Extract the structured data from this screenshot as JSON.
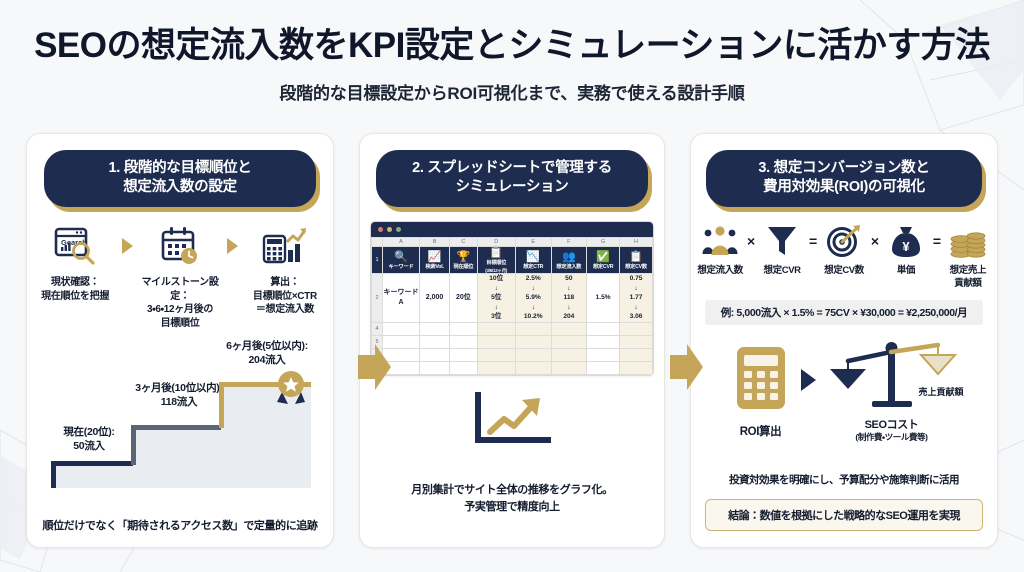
{
  "header": {
    "title": "SEOの想定流入数をKPI設定とシミュレーションに活かす方法",
    "subtitle": "段階的な目標設定からROI可視化まで、実務で使える設計手順"
  },
  "colors": {
    "navy": "#1e2d4f",
    "gold": "#c5a558",
    "background": "#f7f8fa",
    "panel": "#ffffff",
    "text": "#141c2e"
  },
  "panel1": {
    "heading_line1": "1. 段階的な目標順位と",
    "heading_line2": "想定流入数の設定",
    "steps": [
      {
        "icon": "search-console-icon",
        "caption_line1": "現状確認：",
        "caption_line2": "現在順位を把握",
        "caption_line3": ""
      },
      {
        "icon": "calendar-clock-icon",
        "caption_line1": "マイルストーン設定：",
        "caption_line2": "3・6・12ヶ月後の",
        "caption_line3": "目標順位"
      },
      {
        "icon": "calculator-chart-icon",
        "caption_line1": "算出：",
        "caption_line2": "目標順位×CTR",
        "caption_line3": "＝想定流入数"
      }
    ],
    "stairs": [
      {
        "label_line1": "現在(20位):",
        "label_line2": "50流入",
        "color": "#1e2d4f"
      },
      {
        "label_line1": "3ヶ月後(10位以内):",
        "label_line2": "118流入",
        "color": "#5a6676"
      },
      {
        "label_line1": "6ヶ月後(5位以内):",
        "label_line2": "204流入",
        "color": "#c5a558"
      }
    ],
    "footer": "順位だけでなく「期待されるアクセス数」で定量的に追跡"
  },
  "panel2": {
    "heading_line1": "2. スプレッドシートで管理する",
    "heading_line2": "シミュレーション",
    "sheet": {
      "column_letters": [
        "A",
        "B",
        "C",
        "D",
        "E",
        "F",
        "G",
        "H"
      ],
      "row_numbers": [
        "1",
        "2",
        "3",
        "4",
        "5",
        "6",
        "7"
      ],
      "headers": [
        {
          "icon": "magnifier-icon",
          "label": "キーワード"
        },
        {
          "icon": "trend-chart-icon",
          "label": "検索Vol."
        },
        {
          "icon": "trophy-icon",
          "label": "現在順位"
        },
        {
          "icon": "list-icon",
          "label": "目標順位",
          "sub": "(3/6/12ヶ月)"
        },
        {
          "icon": "line-arrow-icon",
          "label": "想定CTR"
        },
        {
          "icon": "people-icon",
          "label": "想定流入数"
        },
        {
          "icon": "check-circle-icon",
          "label": "想定CVR"
        },
        {
          "icon": "clipboard-icon",
          "label": "想定CV数"
        }
      ],
      "row": {
        "keyword": "キーワード\nA",
        "volume": "2,000",
        "current_rank": "20位",
        "target_ranks": [
          "10位",
          "5位",
          "3位"
        ],
        "ctrs": [
          "2.5%",
          "5.9%",
          "10.2%"
        ],
        "sessions": [
          "50",
          "118",
          "204"
        ],
        "cvr": "1.5%",
        "cvs": [
          "0.75",
          "1.77",
          "3.06"
        ]
      }
    },
    "footer_line1": "月別集計でサイト全体の推移をグラフ化。",
    "footer_line2": "予実管理で精度向上"
  },
  "panel3": {
    "heading_line1": "3. 想定コンバージョン数と",
    "heading_line2": "費用対効果(ROI)の可視化",
    "formula": [
      {
        "icon": "people-gold-icon",
        "label": "想定流入数"
      },
      {
        "op": "×"
      },
      {
        "icon": "funnel-icon",
        "label": "想定CVR"
      },
      {
        "op": "="
      },
      {
        "icon": "target-icon",
        "label": "想定CV数"
      },
      {
        "op": "×"
      },
      {
        "icon": "money-bag-icon",
        "label": "単価"
      },
      {
        "op": "="
      },
      {
        "icon": "coins-icon",
        "label": "想定売上",
        "label2": "貢献額"
      }
    ],
    "example": "例: 5,000流入 × 1.5% = 75CV × ¥30,000 = ¥2,250,000/月",
    "roi_label": "ROI算出",
    "roi_icon": "calculator-icon",
    "scale_icon": "balance-scale-icon",
    "scale_left_line1": "SEOコスト",
    "scale_left_line2": "(制作費・ツール費等)",
    "scale_right": "売上貢献額",
    "note": "投資対効果を明確にし、予算配分や施策判断に活用",
    "conclusion": "結論：数値を根拠にした戦略的なSEO運用を実現"
  }
}
